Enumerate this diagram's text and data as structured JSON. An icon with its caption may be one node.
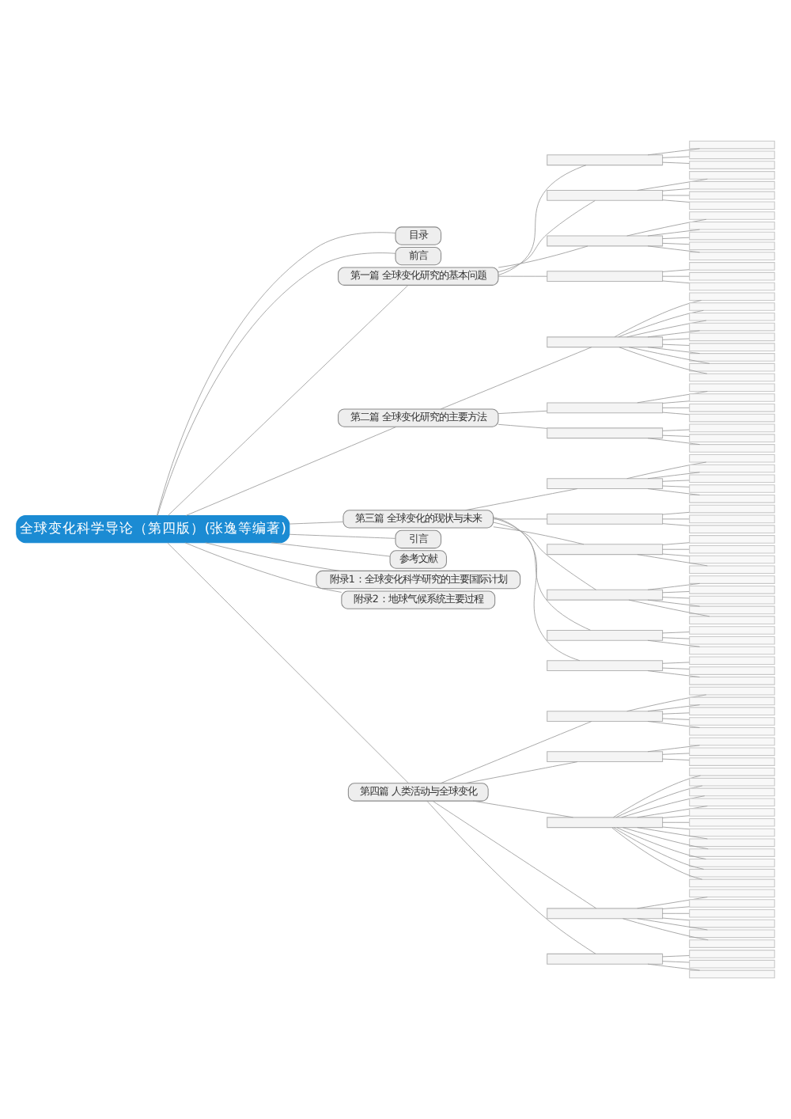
{
  "diagram": {
    "nodes": [
      {
        "text": [
          "全球变化科学导论（第四版）(张逸等编著)"
        ]
      },
      {
        "text": [
          "目录"
        ]
      },
      {
        "text": [
          "前言"
        ]
      },
      {
        "text": [
          "第一篇 全球变化研究的基本问题"
        ]
      },
      {
        "text": [],
        "shape": "box"
      },
      {
        "text": [],
        "shape": "box"
      },
      {
        "text": [],
        "shape": "box"
      },
      {
        "text": [],
        "shape": "box"
      },
      {
        "text": [],
        "shape": "box"
      },
      {
        "text": [],
        "shape": "box"
      },
      {
        "text": [],
        "shape": "box"
      },
      {
        "text": [],
        "shape": "box"
      },
      {
        "text": [],
        "shape": "box"
      },
      {
        "text": [],
        "shape": "box"
      },
      {
        "text": [],
        "shape": "box"
      },
      {
        "text": [],
        "shape": "box"
      },
      {
        "text": [],
        "shape": "box"
      },
      {
        "text": [],
        "shape": "box"
      },
      {
        "text": [],
        "shape": "box"
      },
      {
        "text": [],
        "shape": "box"
      },
      {
        "text": [],
        "shape": "box"
      },
      {
        "text": [],
        "shape": "box"
      },
      {
        "text": [],
        "shape": "box"
      },
      {
        "text": [
          "第二篇 全球变化研究的主要方法"
        ]
      },
      {
        "text": [],
        "shape": "box"
      },
      {
        "text": [],
        "shape": "box"
      },
      {
        "text": [],
        "shape": "box"
      },
      {
        "text": [],
        "shape": "box"
      },
      {
        "text": [],
        "shape": "box"
      },
      {
        "text": [],
        "shape": "box"
      },
      {
        "text": [],
        "shape": "box"
      },
      {
        "text": [],
        "shape": "box"
      },
      {
        "text": [],
        "shape": "box"
      },
      {
        "text": [],
        "shape": "box"
      },
      {
        "text": [],
        "shape": "box"
      },
      {
        "text": [],
        "shape": "box"
      },
      {
        "text": [],
        "shape": "box"
      },
      {
        "text": [],
        "shape": "box"
      },
      {
        "text": [],
        "shape": "box"
      },
      {
        "text": [],
        "shape": "box"
      },
      {
        "text": [],
        "shape": "box"
      },
      {
        "text": [],
        "shape": "box"
      },
      {
        "text": [],
        "shape": "box"
      },
      {
        "text": [
          "第三篇 全球变化的现状与未来"
        ]
      },
      {
        "text": [],
        "shape": "box"
      },
      {
        "text": [],
        "shape": "box"
      },
      {
        "text": [],
        "shape": "box"
      },
      {
        "text": [],
        "shape": "box"
      },
      {
        "text": [],
        "shape": "box"
      },
      {
        "text": [],
        "shape": "box"
      },
      {
        "text": [],
        "shape": "box"
      },
      {
        "text": [],
        "shape": "box"
      },
      {
        "text": [],
        "shape": "box"
      },
      {
        "text": [],
        "shape": "box"
      },
      {
        "text": [],
        "shape": "box"
      },
      {
        "text": [],
        "shape": "box"
      },
      {
        "text": [],
        "shape": "box"
      },
      {
        "text": [],
        "shape": "box"
      },
      {
        "text": [],
        "shape": "box"
      },
      {
        "text": [],
        "shape": "box"
      },
      {
        "text": [],
        "shape": "box"
      },
      {
        "text": [],
        "shape": "box"
      },
      {
        "text": [],
        "shape": "box"
      },
      {
        "text": [],
        "shape": "box"
      },
      {
        "text": [],
        "shape": "box"
      },
      {
        "text": [],
        "shape": "box"
      },
      {
        "text": [],
        "shape": "box"
      },
      {
        "text": [],
        "shape": "box"
      },
      {
        "text": [],
        "shape": "box"
      },
      {
        "text": [],
        "shape": "box"
      },
      {
        "text": [],
        "shape": "box"
      },
      {
        "text": [],
        "shape": "box"
      },
      {
        "text": [],
        "shape": "box"
      },
      {
        "text": [
          "引言"
        ]
      },
      {
        "text": [
          "参考文献"
        ]
      },
      {
        "text": [
          "附录1：全球变化科学研究的主要国际计划"
        ]
      },
      {
        "text": [
          "附录2：地球气候系统主要过程"
        ]
      },
      {
        "text": [
          "第四篇 人类活动与全球变化"
        ]
      },
      {
        "text": [],
        "shape": "box"
      },
      {
        "text": [],
        "shape": "box"
      },
      {
        "text": [],
        "shape": "box"
      },
      {
        "text": [],
        "shape": "box"
      },
      {
        "text": [],
        "shape": "box"
      },
      {
        "text": [],
        "shape": "box"
      },
      {
        "text": [],
        "shape": "box"
      },
      {
        "text": [],
        "shape": "box"
      },
      {
        "text": [],
        "shape": "box"
      },
      {
        "text": [],
        "shape": "box"
      },
      {
        "text": [],
        "shape": "box"
      },
      {
        "text": [],
        "shape": "box"
      },
      {
        "text": [],
        "shape": "box"
      },
      {
        "text": [],
        "shape": "box"
      },
      {
        "text": [],
        "shape": "box"
      },
      {
        "text": [],
        "shape": "box"
      },
      {
        "text": [],
        "shape": "box"
      },
      {
        "text": [],
        "shape": "box"
      },
      {
        "text": [],
        "shape": "box"
      },
      {
        "text": [],
        "shape": "box"
      },
      {
        "text": [],
        "shape": "box"
      },
      {
        "text": [],
        "shape": "box"
      },
      {
        "text": [],
        "shape": "box"
      },
      {
        "text": [],
        "shape": "box"
      },
      {
        "text": [],
        "shape": "box"
      },
      {
        "text": [],
        "shape": "box"
      },
      {
        "text": [],
        "shape": "box"
      },
      {
        "text": [],
        "shape": "box"
      },
      {
        "text": [],
        "shape": "box"
      },
      {
        "text": [],
        "shape": "box"
      },
      {
        "text": [],
        "shape": "box"
      },
      {
        "text": [],
        "shape": "box"
      },
      {
        "text": [],
        "shape": "box"
      },
      {
        "text": [],
        "shape": "box"
      }
    ],
    "edges": [
      {
        "from": 0,
        "to": 1,
        "arrow": "none"
      },
      {
        "from": 0,
        "to": 2,
        "arrow": "none"
      },
      {
        "from": 0,
        "to": 3,
        "arrow": "none"
      },
      {
        "from": 3,
        "to": 4,
        "arrow": "none"
      },
      {
        "from": 4,
        "to": 5,
        "arrow": "none"
      },
      {
        "from": 4,
        "to": 6,
        "arrow": "none"
      },
      {
        "from": 4,
        "to": 7,
        "arrow": "none"
      },
      {
        "from": 3,
        "to": 8,
        "arrow": "none"
      },
      {
        "from": 8,
        "to": 9,
        "arrow": "none"
      },
      {
        "from": 8,
        "to": 10,
        "arrow": "none"
      },
      {
        "from": 8,
        "to": 11,
        "arrow": "none"
      },
      {
        "from": 8,
        "to": 12,
        "arrow": "none"
      },
      {
        "from": 3,
        "to": 13,
        "arrow": "none"
      },
      {
        "from": 13,
        "to": 14,
        "arrow": "none"
      },
      {
        "from": 13,
        "to": 15,
        "arrow": "none"
      },
      {
        "from": 13,
        "to": 16,
        "arrow": "none"
      },
      {
        "from": 13,
        "to": 17,
        "arrow": "none"
      },
      {
        "from": 13,
        "to": 18,
        "arrow": "none"
      },
      {
        "from": 3,
        "to": 19,
        "arrow": "none"
      },
      {
        "from": 19,
        "to": 20,
        "arrow": "none"
      },
      {
        "from": 19,
        "to": 21,
        "arrow": "none"
      },
      {
        "from": 19,
        "to": 22,
        "arrow": "none"
      },
      {
        "from": 0,
        "to": 23,
        "arrow": "none"
      },
      {
        "from": 23,
        "to": 24,
        "arrow": "none"
      },
      {
        "from": 24,
        "to": 25,
        "arrow": "none"
      },
      {
        "from": 24,
        "to": 26,
        "arrow": "none"
      },
      {
        "from": 24,
        "to": 27,
        "arrow": "none"
      },
      {
        "from": 24,
        "to": 28,
        "arrow": "none"
      },
      {
        "from": 24,
        "to": 29,
        "arrow": "none"
      },
      {
        "from": 24,
        "to": 30,
        "arrow": "none"
      },
      {
        "from": 24,
        "to": 31,
        "arrow": "none"
      },
      {
        "from": 24,
        "to": 32,
        "arrow": "none"
      },
      {
        "from": 24,
        "to": 33,
        "arrow": "none"
      },
      {
        "from": 23,
        "to": 34,
        "arrow": "none"
      },
      {
        "from": 34,
        "to": 35,
        "arrow": "none"
      },
      {
        "from": 34,
        "to": 36,
        "arrow": "none"
      },
      {
        "from": 34,
        "to": 37,
        "arrow": "none"
      },
      {
        "from": 34,
        "to": 38,
        "arrow": "none"
      },
      {
        "from": 23,
        "to": 39,
        "arrow": "none"
      },
      {
        "from": 39,
        "to": 40,
        "arrow": "none"
      },
      {
        "from": 39,
        "to": 41,
        "arrow": "none"
      },
      {
        "from": 39,
        "to": 42,
        "arrow": "none"
      },
      {
        "from": 0,
        "to": 43,
        "arrow": "none"
      },
      {
        "from": 43,
        "to": 44,
        "arrow": "none"
      },
      {
        "from": 44,
        "to": 45,
        "arrow": "none"
      },
      {
        "from": 44,
        "to": 46,
        "arrow": "none"
      },
      {
        "from": 44,
        "to": 47,
        "arrow": "none"
      },
      {
        "from": 44,
        "to": 48,
        "arrow": "none"
      },
      {
        "from": 44,
        "to": 49,
        "arrow": "none"
      },
      {
        "from": 43,
        "to": 50,
        "arrow": "none"
      },
      {
        "from": 50,
        "to": 51,
        "arrow": "none"
      },
      {
        "from": 50,
        "to": 52,
        "arrow": "none"
      },
      {
        "from": 50,
        "to": 53,
        "arrow": "none"
      },
      {
        "from": 43,
        "to": 54,
        "arrow": "none"
      },
      {
        "from": 54,
        "to": 55,
        "arrow": "none"
      },
      {
        "from": 54,
        "to": 56,
        "arrow": "none"
      },
      {
        "from": 54,
        "to": 57,
        "arrow": "none"
      },
      {
        "from": 54,
        "to": 58,
        "arrow": "none"
      },
      {
        "from": 43,
        "to": 59,
        "arrow": "none"
      },
      {
        "from": 59,
        "to": 60,
        "arrow": "none"
      },
      {
        "from": 59,
        "to": 61,
        "arrow": "none"
      },
      {
        "from": 59,
        "to": 62,
        "arrow": "none"
      },
      {
        "from": 59,
        "to": 63,
        "arrow": "none"
      },
      {
        "from": 59,
        "to": 64,
        "arrow": "none"
      },
      {
        "from": 43,
        "to": 65,
        "arrow": "none"
      },
      {
        "from": 65,
        "to": 66,
        "arrow": "none"
      },
      {
        "from": 65,
        "to": 67,
        "arrow": "none"
      },
      {
        "from": 65,
        "to": 68,
        "arrow": "none"
      },
      {
        "from": 43,
        "to": 69,
        "arrow": "none"
      },
      {
        "from": 69,
        "to": 70,
        "arrow": "none"
      },
      {
        "from": 69,
        "to": 71,
        "arrow": "none"
      },
      {
        "from": 69,
        "to": 72,
        "arrow": "none"
      },
      {
        "from": 0,
        "to": 73,
        "arrow": "none"
      },
      {
        "from": 0,
        "to": 74,
        "arrow": "none"
      },
      {
        "from": 0,
        "to": 75,
        "arrow": "none"
      },
      {
        "from": 0,
        "to": 76,
        "arrow": "none"
      },
      {
        "from": 0,
        "to": 77,
        "arrow": "none"
      },
      {
        "from": 77,
        "to": 78,
        "arrow": "none"
      },
      {
        "from": 78,
        "to": 79,
        "arrow": "none"
      },
      {
        "from": 78,
        "to": 80,
        "arrow": "none"
      },
      {
        "from": 78,
        "to": 81,
        "arrow": "none"
      },
      {
        "from": 78,
        "to": 82,
        "arrow": "none"
      },
      {
        "from": 78,
        "to": 83,
        "arrow": "none"
      },
      {
        "from": 77,
        "to": 84,
        "arrow": "none"
      },
      {
        "from": 84,
        "to": 85,
        "arrow": "none"
      },
      {
        "from": 84,
        "to": 86,
        "arrow": "none"
      },
      {
        "from": 84,
        "to": 87,
        "arrow": "none"
      },
      {
        "from": 77,
        "to": 88,
        "arrow": "none"
      },
      {
        "from": 88,
        "to": 89,
        "arrow": "none"
      },
      {
        "from": 88,
        "to": 90,
        "arrow": "none"
      },
      {
        "from": 88,
        "to": 91,
        "arrow": "none"
      },
      {
        "from": 88,
        "to": 92,
        "arrow": "none"
      },
      {
        "from": 88,
        "to": 93,
        "arrow": "none"
      },
      {
        "from": 88,
        "to": 94,
        "arrow": "none"
      },
      {
        "from": 88,
        "to": 95,
        "arrow": "none"
      },
      {
        "from": 88,
        "to": 96,
        "arrow": "none"
      },
      {
        "from": 88,
        "to": 97,
        "arrow": "none"
      },
      {
        "from": 88,
        "to": 98,
        "arrow": "none"
      },
      {
        "from": 88,
        "to": 99,
        "arrow": "none"
      },
      {
        "from": 88,
        "to": 100,
        "arrow": "none"
      },
      {
        "from": 77,
        "to": 101,
        "arrow": "none"
      },
      {
        "from": 101,
        "to": 102,
        "arrow": "none"
      },
      {
        "from": 101,
        "to": 103,
        "arrow": "none"
      },
      {
        "from": 101,
        "to": 104,
        "arrow": "none"
      },
      {
        "from": 101,
        "to": 105,
        "arrow": "none"
      },
      {
        "from": 101,
        "to": 106,
        "arrow": "none"
      },
      {
        "from": 101,
        "to": 107,
        "arrow": "none"
      },
      {
        "from": 77,
        "to": 108,
        "arrow": "none"
      },
      {
        "from": 108,
        "to": 109,
        "arrow": "none"
      },
      {
        "from": 108,
        "to": 110,
        "arrow": "none"
      },
      {
        "from": 108,
        "to": 111,
        "arrow": "none"
      }
    ]
  }
}
